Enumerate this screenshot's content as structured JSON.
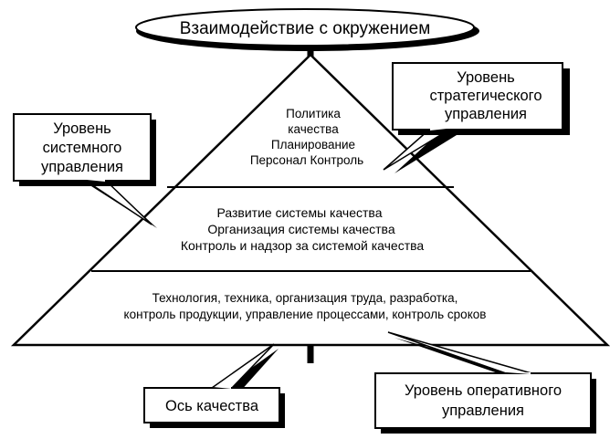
{
  "title": "Взаимодействие с окружением",
  "levels": {
    "top": [
      "Политика",
      "качества",
      "Планирование",
      "Персонал Контроль"
    ],
    "middle": [
      "Развитие системы качества",
      "Организация системы качества",
      "Контроль и надзор за системой качества"
    ],
    "bottom": [
      "Технология, техника, организация труда, разработка,",
      "контроль продукции, управление процессами, контроль сроков"
    ]
  },
  "callouts": {
    "strategic": [
      "Уровень",
      "стратегического",
      "управления"
    ],
    "system": [
      "Уровень",
      "системного",
      "управления"
    ],
    "axis": [
      "Ось качества"
    ],
    "operational": [
      "Уровень оперативного",
      "управления"
    ]
  }
}
